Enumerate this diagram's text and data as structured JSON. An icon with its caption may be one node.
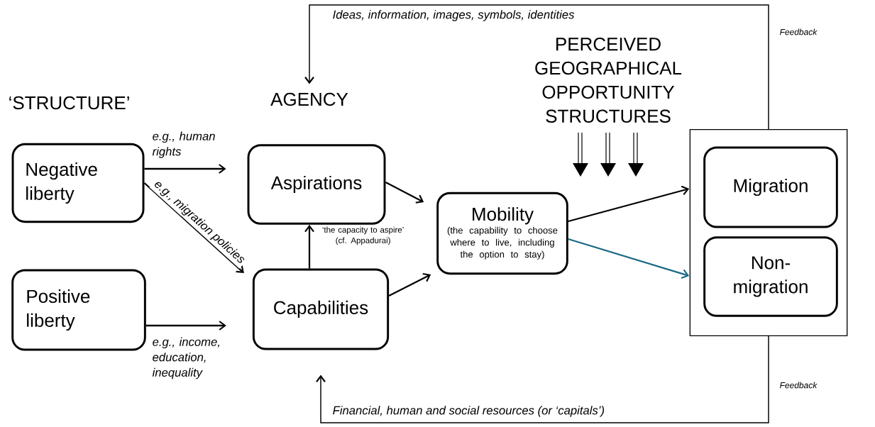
{
  "diagram": {
    "nodes": [
      {
        "text": [
          "Negative liberty"
        ]
      },
      {
        "text": [
          "Positive liberty"
        ]
      },
      {
        "text": [
          "Aspirations"
        ]
      },
      {
        "text": [
          "Capabilities"
        ]
      },
      {
        "text": [
          "Mobility",
          "(the capability to choose where to live, including the option to stay)"
        ]
      },
      {
        "text": [],
        "shape": "box"
      },
      {
        "text": [
          "Migration"
        ],
        "in": 5
      },
      {
        "text": [
          "Non-migration"
        ],
        "in": 5
      },
      {
        "text": [
          "AGENCY"
        ]
      }
    ],
    "edges": [
      {
        "from": 0,
        "to": 2,
        "arrow": "to",
        "label": "e.g., human rights"
      },
      {
        "from": 0,
        "to": 3,
        "arrow": "to",
        "label": "e.g., migration policies"
      },
      {
        "from": 1,
        "to": 3,
        "arrow": "to",
        "label": "e.g., income, education, inequality"
      },
      {
        "from": 3,
        "to": 2,
        "arrow": "to",
        "label": "‘the capacity to aspire’ (cf. Appadurai)"
      },
      {
        "from": 2,
        "to": 4,
        "arrow": "to"
      },
      {
        "from": 3,
        "to": 4,
        "arrow": "to"
      },
      {
        "from": 4,
        "to": 6,
        "arrow": "to"
      },
      {
        "from": 4,
        "to": 7,
        "arrow": "to",
        "color": "#1b6a86"
      },
      {
        "from": 5,
        "to": 8,
        "arrow": "to",
        "label": "Ideas, information, images, symbols, identities"
      },
      {
        "from": 5,
        "to": 3,
        "arrow": "to",
        "label": "Financial, human and social resources (or ‘capitals’)"
      }
    ],
    "labels": [
      "‘STRUCTURE’",
      "PERCEIVED GEOGRAPHICAL OPPORTUNITY STRUCTURES",
      "Feedback",
      "Feedback"
    ]
  }
}
